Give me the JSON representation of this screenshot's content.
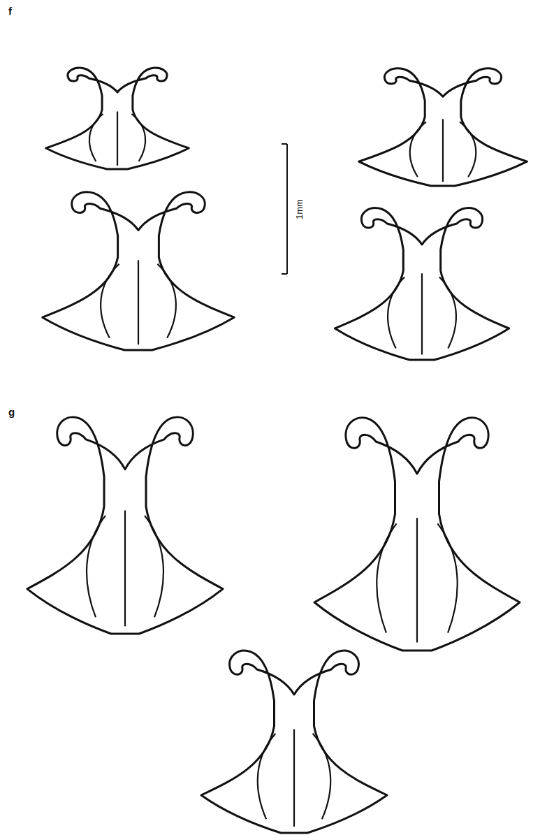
{
  "diagram": {
    "labels": [
      "f",
      "g",
      "1mm"
    ]
  }
}
